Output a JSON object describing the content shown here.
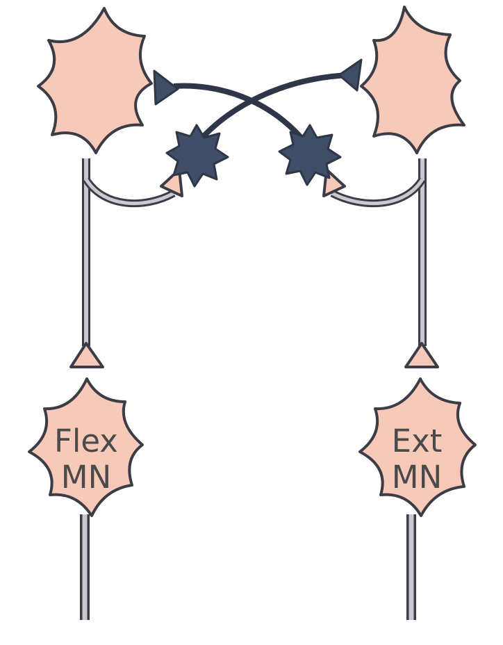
{
  "neurons": {
    "flexor_motor_neuron": {
      "line1": "Flex",
      "line2": "MN"
    },
    "extensor_motor_neuron": {
      "line1": "Ext",
      "line2": "MN"
    }
  },
  "colors": {
    "excitatory_fill": "#f7c9b8",
    "inhibitory_fill": "#3f4d66",
    "outline": "#3c3c46",
    "axon_fill": "#c9c9cf",
    "background": "#ffffff"
  }
}
